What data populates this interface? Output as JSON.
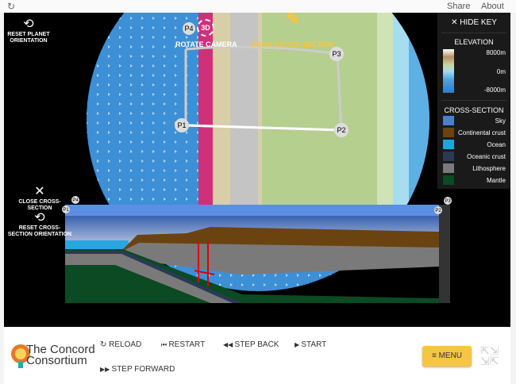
{
  "topbar": {
    "share": "Share",
    "about": "About"
  },
  "controls": {
    "reset_planet": "RESET PLANET ORIENTATION",
    "rotate_camera": "ROTATE CAMERA",
    "rotate_badge": "3D",
    "draw_cross_section": "DRAW CROSS-SECTION",
    "close_cross_section": "CLOSE CROSS-SECTION",
    "reset_cross_section": "RESET CROSS-SECTION ORIENTATION"
  },
  "points": {
    "p1": "P1",
    "p2": "P2",
    "p3": "P3",
    "p4": "P4"
  },
  "key": {
    "hide": "HIDE KEY",
    "elevation_title": "ELEVATION",
    "elevation_labels": [
      "8000m",
      "0m",
      "-8000m"
    ],
    "cross_section_title": "CROSS-SECTION",
    "items": [
      {
        "label": "Sky",
        "color": "#4a7fd0"
      },
      {
        "label": "Continental crust",
        "color": "#6b4310"
      },
      {
        "label": "Ocean",
        "color": "#1ea6e0"
      },
      {
        "label": "Oceanic crust",
        "color": "#2a3a55"
      },
      {
        "label": "Lithosphere",
        "color": "#7a7a7a"
      },
      {
        "label": "Mantle",
        "color": "#0b4a22"
      }
    ]
  },
  "bottom": {
    "reload": "RELOAD",
    "restart": "RESTART",
    "step_back": "STEP BACK",
    "start": "START",
    "step_forward": "STEP FORWARD",
    "menu": "MENU",
    "logo_line1": "The Concord",
    "logo_line2": "Consortium"
  }
}
